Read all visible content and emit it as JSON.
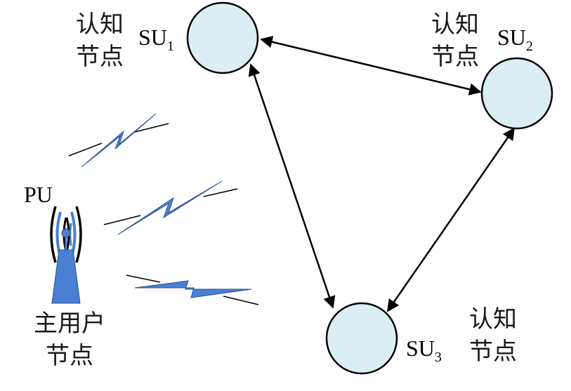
{
  "nodes": {
    "su1": {
      "label": "SU",
      "subscript": "1",
      "caption_line1": "认知",
      "caption_line2": "节点"
    },
    "su2": {
      "label": "SU",
      "subscript": "2",
      "caption_line1": "认知",
      "caption_line2": "节点"
    },
    "su3": {
      "label": "SU",
      "subscript": "3",
      "caption_line1": "认知",
      "caption_line2": "节点"
    }
  },
  "primary_user": {
    "label": "PU",
    "caption_line1": "主用户",
    "caption_line2": "节点"
  },
  "colors": {
    "node_fill": "#daeef3",
    "node_stroke": "#000000",
    "antenna_fill": "#4a7fd4",
    "lightning_fill": "#4a7fd4",
    "link_stroke": "#000000"
  },
  "icons": [
    "antenna-tower-icon",
    "lightning-bolt-icon"
  ]
}
